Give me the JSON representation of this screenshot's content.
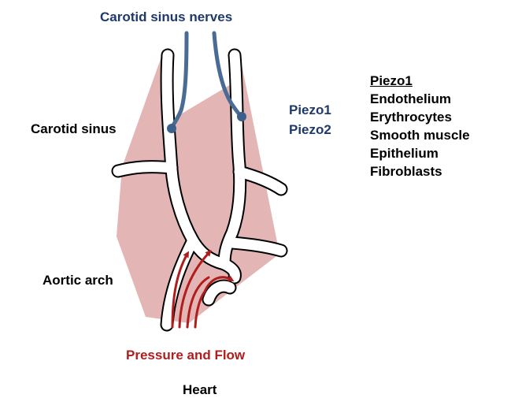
{
  "labels": {
    "nerves": "Carotid sinus nerves",
    "sinus": "Carotid sinus",
    "aortic": "Aortic arch",
    "pressure": "Pressure and Flow",
    "heart": "Heart",
    "piezo1_channel": "Piezo1",
    "piezo2_channel": "Piezo2"
  },
  "piezo1_expression": {
    "heading": "Piezo1",
    "items": [
      "Endothelium",
      "Erythrocytes",
      "Smooth muscle",
      "Epithelium",
      "Fibroblasts"
    ]
  },
  "colors": {
    "vessel_fill": "#e3b5b4",
    "nerve": "#4a6b93",
    "nerve_ending": "#3d5f8c",
    "flow_arrow": "#b01d1d",
    "label_blue": "#1f3a6a",
    "label_red": "#b01d1d"
  }
}
